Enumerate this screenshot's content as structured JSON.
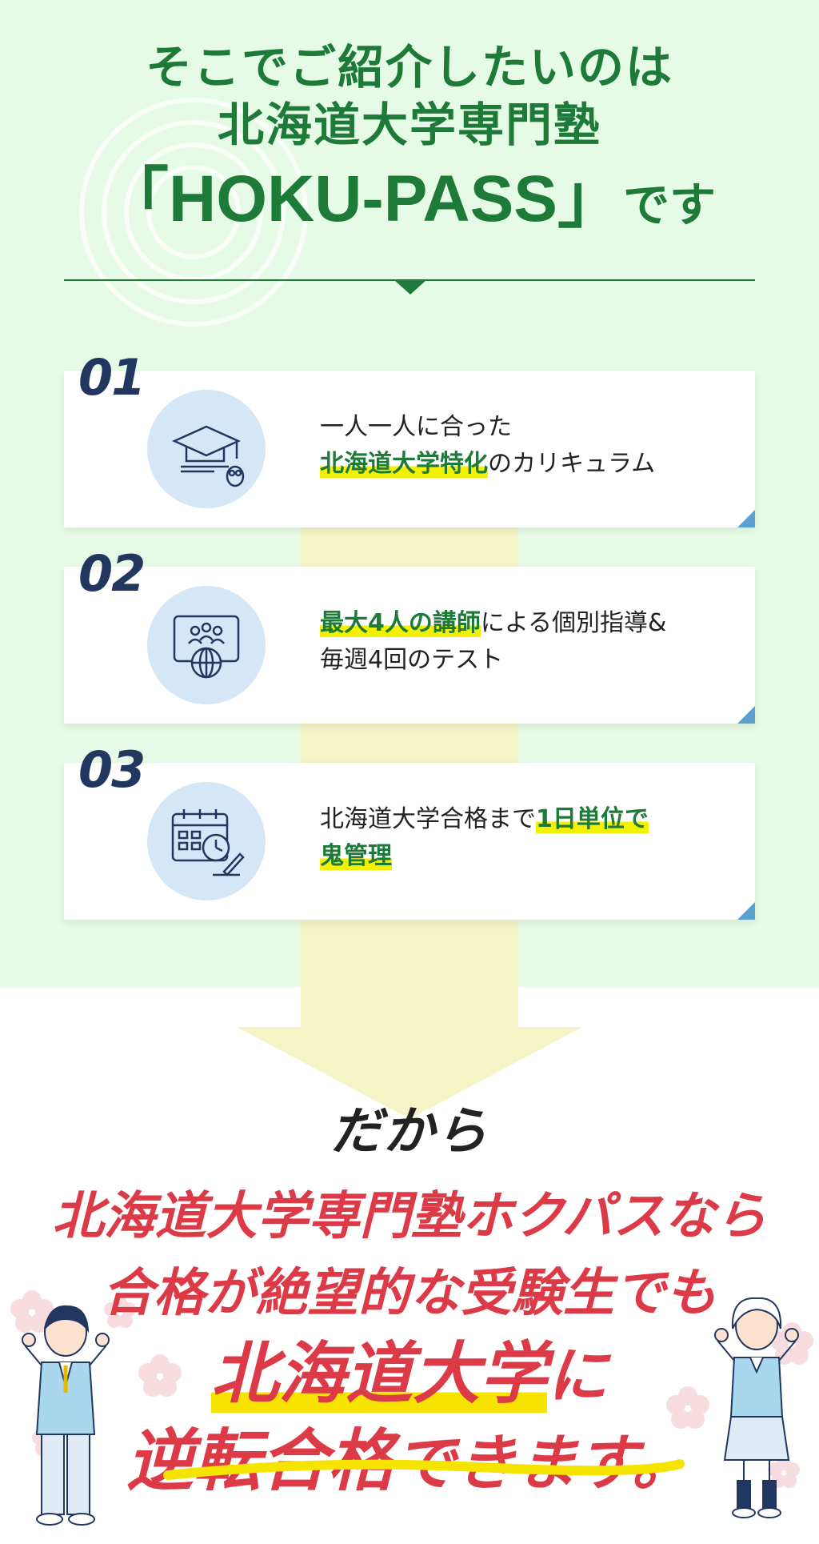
{
  "headline": {
    "line1": "そこでご紹介したいのは",
    "line2": "北海道大学専門塾",
    "line3_name": "「HOKU-PASS」",
    "line3_suffix": "です"
  },
  "features": [
    {
      "number": "01",
      "icon": "graduation-cap-owl-icon",
      "text_before": "一人一人に合った",
      "highlight": "北海道大学特化",
      "text_after": "のカリキュラム"
    },
    {
      "number": "02",
      "icon": "online-class-globe-icon",
      "highlight": "最大4人の講師",
      "text_after": "による個別指導&",
      "text_line2": "毎週4回のテスト"
    },
    {
      "number": "03",
      "icon": "calendar-clock-pen-icon",
      "text_before": "北海道大学合格まで",
      "highlight": "1日単位で",
      "highlight2": "鬼管理"
    }
  ],
  "conclusion": {
    "dakara": "だから",
    "line1": "北海道大学専門塾ホクパスなら",
    "line2": "合格が絶望的な受験生でも",
    "line3_big": "北海道大学",
    "line3_small": "に",
    "line4_big": "逆転合格",
    "line4_small": "できます。"
  },
  "colors": {
    "green": "#1e7a38",
    "navy": "#22375f",
    "red": "#dd3a48",
    "highlight_yellow": "#f4f100",
    "top_bg": "#e6fbe5"
  }
}
